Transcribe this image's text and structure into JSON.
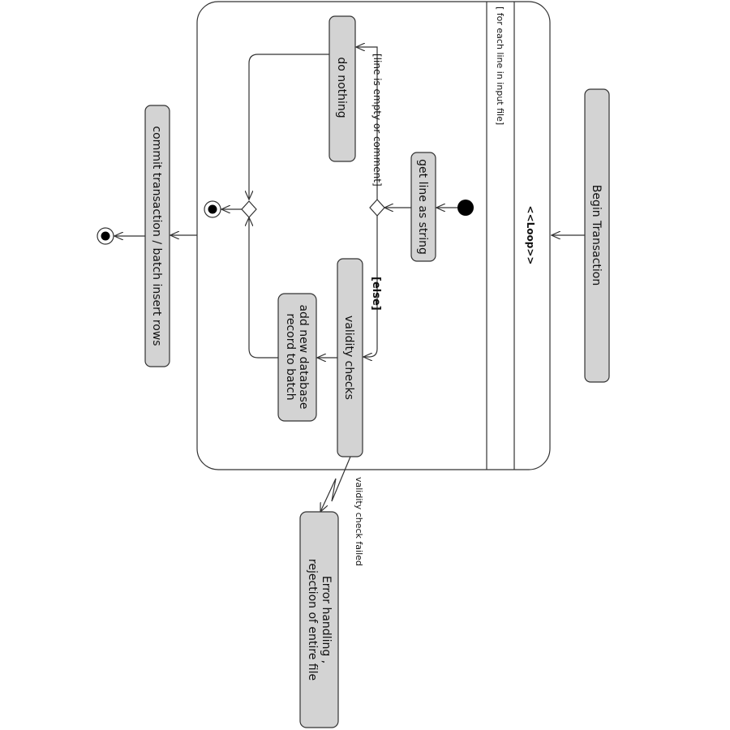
{
  "diagram": {
    "loop_stereotype": "<<Loop>>",
    "loop_condition": "[ for each line in input file]",
    "nodes": {
      "begin_transaction": "Begin Transaction",
      "get_line": "get line as string",
      "do_nothing": "do nothing",
      "validity_checks": "validity checks",
      "add_record_line1": "add new database",
      "add_record_line2": "record to batch",
      "commit": "commit transaction / batch insert rows",
      "error_line1": "Error handling ,",
      "error_line2": "rejection of entire file"
    },
    "guards": {
      "empty_or_comment": "[line is empty or comment]",
      "else": "[else]",
      "validity_failed": "validity check failed"
    }
  }
}
